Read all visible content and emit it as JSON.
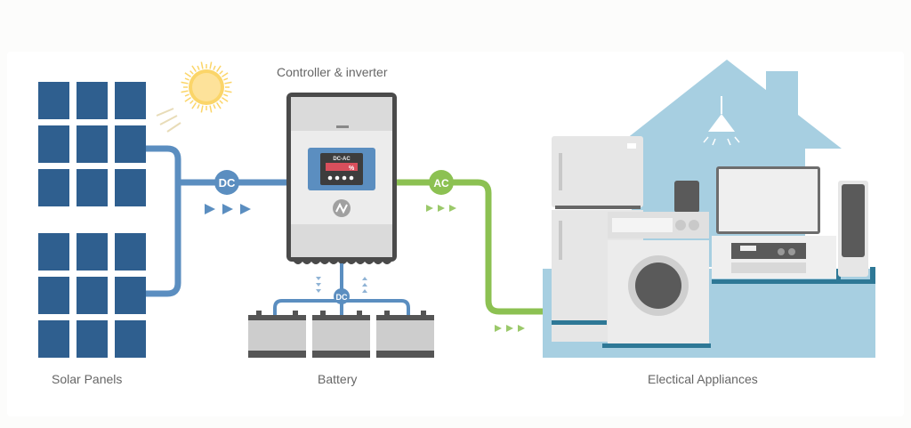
{
  "diagram": {
    "title": "Off-grid solar power system",
    "components": {
      "solar_panels": {
        "label": "Solar Panels",
        "panel_groups": 2,
        "cells_per_group": 9
      },
      "controller": {
        "label": "Controller & inverter",
        "screen_text": "DC-AC",
        "screen_indicator": "%"
      },
      "battery": {
        "label": "Battery",
        "count": 3
      },
      "appliances": {
        "label": "Electical Appliances",
        "items": [
          "refrigerator",
          "washing machine",
          "microwave",
          "television",
          "stereo",
          "speaker",
          "ceiling lamp"
        ]
      }
    },
    "connections": [
      {
        "from": "solar_panels",
        "to": "controller",
        "badge": "DC",
        "color": "#5b8ec0"
      },
      {
        "from": "controller",
        "to": "battery",
        "badge": "DC",
        "color": "#5b8ec0"
      },
      {
        "from": "controller",
        "to": "appliances",
        "badge": "AC",
        "color": "#8cc152"
      }
    ],
    "colors": {
      "panel": "#2f5f8f",
      "dc_line": "#5b8ec0",
      "ac_line": "#8cc152",
      "house": "#a7cfe1",
      "floor_edge": "#2e7896",
      "device_dark": "#555555",
      "device_light": "#e8e8e8",
      "sun": "#f9c74f"
    }
  }
}
